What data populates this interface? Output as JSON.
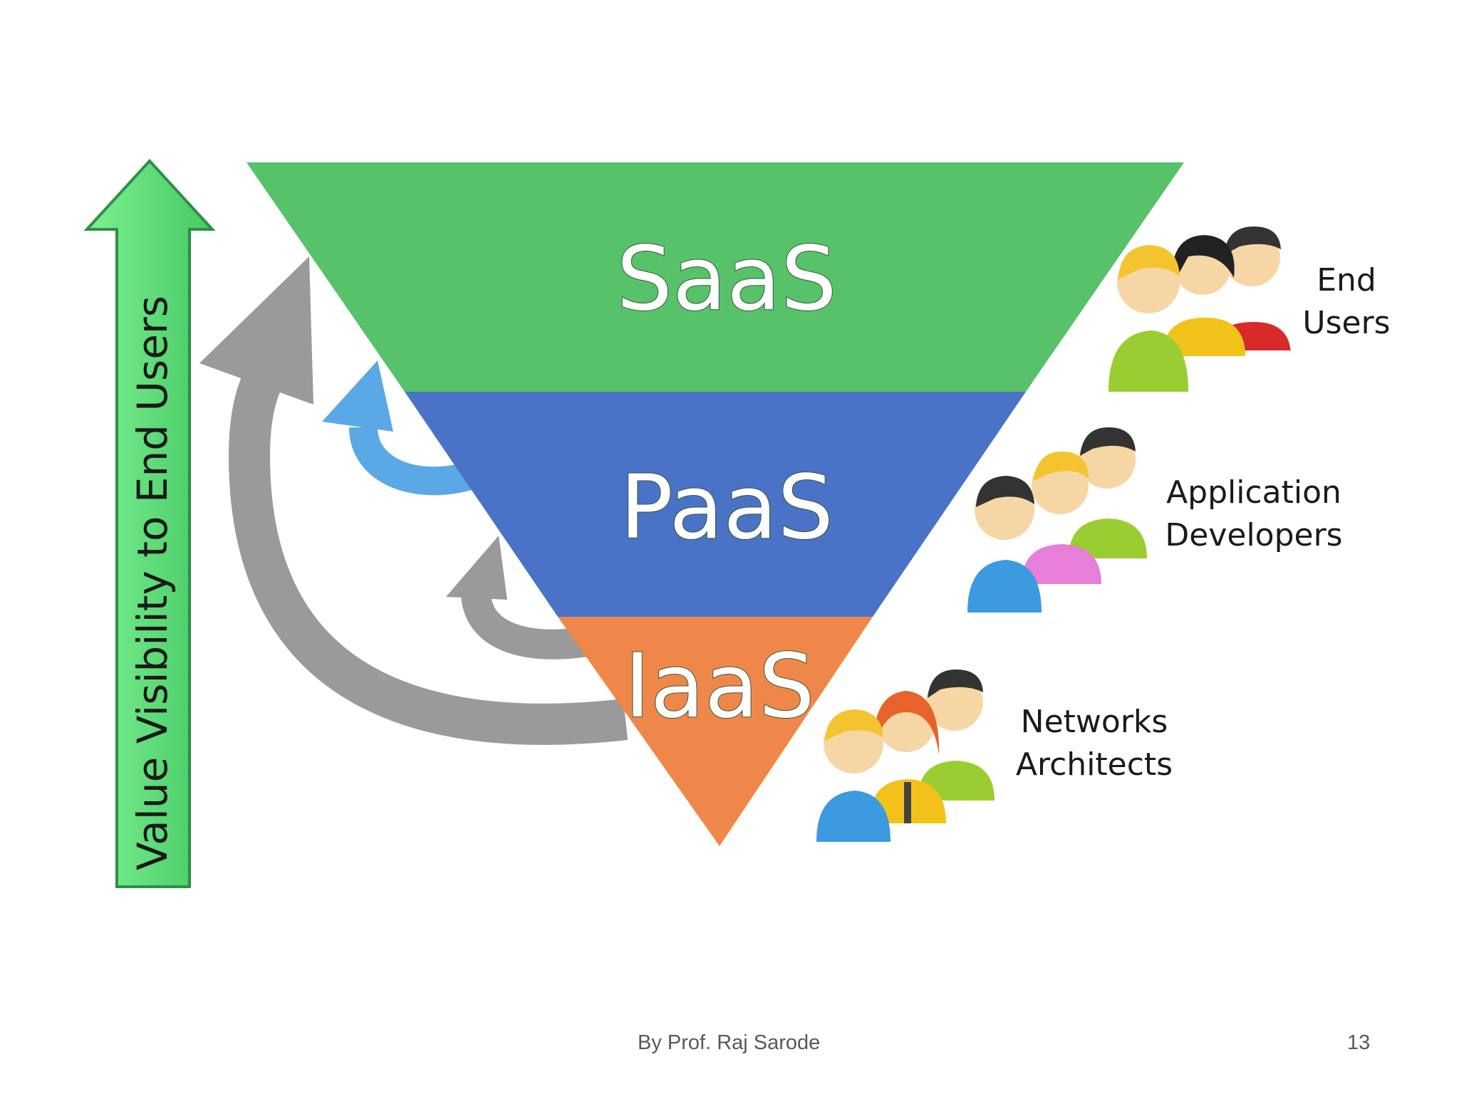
{
  "diagram": {
    "value_axis_label": "Value Visibility to End Users",
    "layers": [
      {
        "id": "saas",
        "label": "SaaS",
        "color": "#57c26a"
      },
      {
        "id": "paas",
        "label": "PaaS",
        "color": "#4a72c6"
      },
      {
        "id": "iaas",
        "label": "IaaS",
        "color": "#f0874a"
      }
    ],
    "user_groups": [
      {
        "id": "end-users",
        "lines": [
          "End",
          "Users"
        ]
      },
      {
        "id": "app-developers",
        "lines": [
          "Application",
          "Developers"
        ]
      },
      {
        "id": "network-architects",
        "lines": [
          "Networks",
          "Architects"
        ]
      }
    ],
    "colors": {
      "value_arrow_fill": "#5ee07a",
      "value_arrow_stroke": "#2f8f45",
      "curved_arrow_gray": "#9a9a9a",
      "curved_arrow_blue": "#5aa9e6"
    }
  },
  "footer": {
    "author": "By Prof. Raj Sarode",
    "page_number": "13"
  }
}
